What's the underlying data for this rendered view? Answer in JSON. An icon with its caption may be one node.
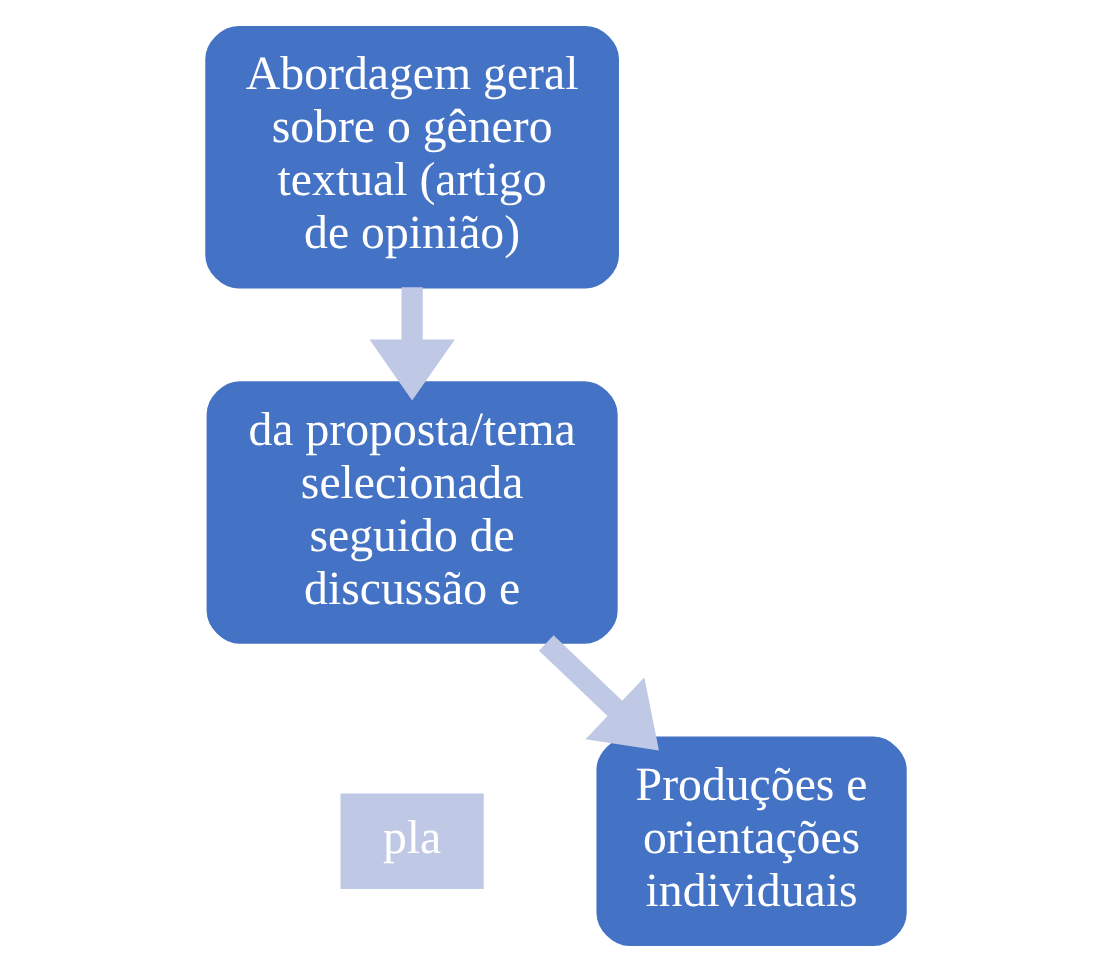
{
  "diagram": {
    "nodes": [
      {
        "text": [
          "Abordagem geral sobre o gênero textual (artigo de opinião)"
        ]
      },
      {
        "text": [
          "da proposta/tema selecionada seguido de discussão e"
        ],
        "beside": [
          "pla"
        ]
      },
      {
        "text": [
          "Produções e orientações individuais"
        ]
      }
    ],
    "edges": [
      {
        "from": 0,
        "to": 1,
        "arrow": "to"
      },
      {
        "from": 1,
        "to": 2,
        "arrow": "to"
      }
    ]
  }
}
